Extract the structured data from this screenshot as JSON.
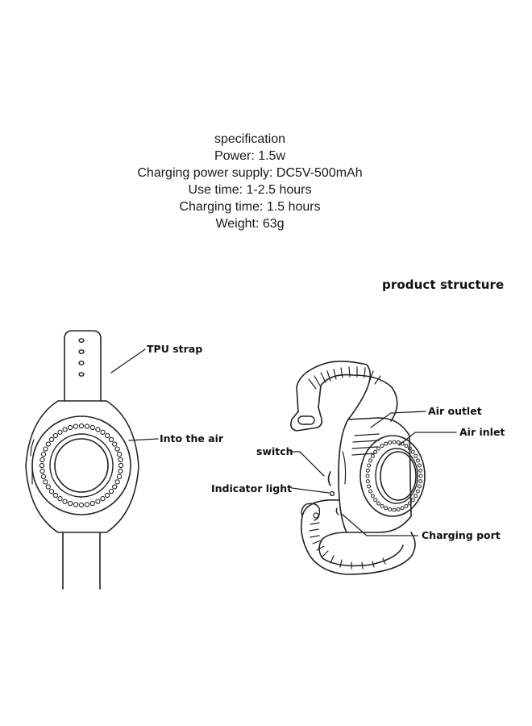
{
  "specification": {
    "heading": "specification",
    "lines": [
      "Power: 1.5w",
      "Charging power supply: DC5V-500mAh",
      "Use time: 1-2.5 hours",
      "Charging time: 1.5 hours",
      "Weight: 63g"
    ]
  },
  "structure": {
    "title": "product structure",
    "labels": {
      "tpu_strap": "TPU strap",
      "into_the_air": "Into the air",
      "air_outlet": "Air outlet",
      "air_inlet": "Air inlet",
      "switch": "switch",
      "indicator_light": "Indicator light",
      "charging_port": "Charging port"
    }
  }
}
